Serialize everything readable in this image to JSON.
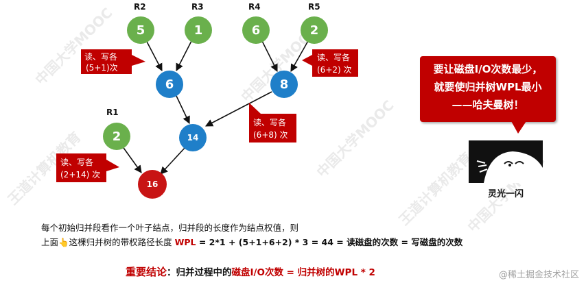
{
  "tree": {
    "nodes": [
      {
        "id": "r2",
        "value": "5",
        "run_label": "R2",
        "color": "#6ab04c"
      },
      {
        "id": "r3",
        "value": "1",
        "run_label": "R3",
        "color": "#6ab04c"
      },
      {
        "id": "r4",
        "value": "6",
        "run_label": "R4",
        "color": "#6ab04c"
      },
      {
        "id": "r5",
        "value": "2",
        "run_label": "R5",
        "color": "#6ab04c"
      },
      {
        "id": "r1",
        "value": "2",
        "run_label": "R1",
        "color": "#6ab04c"
      },
      {
        "id": "n6",
        "value": "6",
        "run_label": "",
        "color": "#1f7fc9"
      },
      {
        "id": "n8",
        "value": "8",
        "run_label": "",
        "color": "#1f7fc9"
      },
      {
        "id": "n14",
        "value": "14",
        "run_label": "",
        "color": "#1f7fc9"
      },
      {
        "id": "n16",
        "value": "16",
        "run_label": "",
        "color": "#c81414"
      }
    ],
    "edges": [
      {
        "from": "r2",
        "to": "n6"
      },
      {
        "from": "r3",
        "to": "n6"
      },
      {
        "from": "r4",
        "to": "n8"
      },
      {
        "from": "r5",
        "to": "n8"
      },
      {
        "from": "n6",
        "to": "n14"
      },
      {
        "from": "n8",
        "to": "n14"
      },
      {
        "from": "n14",
        "to": "n16"
      },
      {
        "from": "r1",
        "to": "n16"
      }
    ],
    "callouts": [
      {
        "id": "c1",
        "line1": "读、写各",
        "line2": "(5+1)次"
      },
      {
        "id": "c2",
        "line1": "读、写各",
        "line2": "(6+2) 次"
      },
      {
        "id": "c3",
        "line1": "读、写各",
        "line2": "(6+8) 次"
      },
      {
        "id": "c4",
        "line1": "读、写各",
        "line2": "(2+14) 次"
      }
    ]
  },
  "explanation": {
    "line1": "每个初始归并段看作一个叶子结点，归并段的长度作为结点权值，则",
    "line2_pre": "上面",
    "line2_emoji": "👆",
    "line2_mid": "这棵归并树的带权路径长度 ",
    "line2_wpl": "WPL",
    "line2_formula": " =  2*1 + (5+1+6+2) * 3 =  44  = 读磁盘的次数 = 写磁盘的次数"
  },
  "conclusion": {
    "label": "重要结论",
    "colon": "：归并过程中的",
    "highlight": "磁盘I/O次数 = 归并树的WPL * 2"
  },
  "big_callout": {
    "line1": "要让磁盘I/O次数最少，",
    "line2": "就要使归并树WPL最小",
    "line3": "——哈夫曼树！"
  },
  "meme_caption": "灵光一闪",
  "credit": "@稀土掘金技术社区",
  "watermarks": [
    "中国大学MOOC",
    "王道计算机教育"
  ]
}
